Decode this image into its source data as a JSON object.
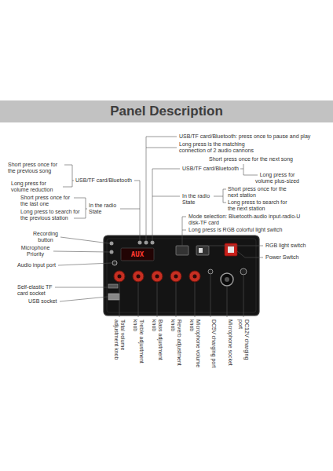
{
  "diagram": {
    "title": "Panel Description",
    "labels": [
      "USB/TF card/Bluetooth: press once to pause and play",
      "Long press is the matching connection of 2 audio cannons",
      "Short press once for the next song",
      "USB/TF card/Bluetooth",
      "Long press for volume plus-sized",
      "In the radio State",
      "Short press once for the next station",
      "Long press to search for the next station",
      "Mode selection: Bluetooth-audio input-radio-U disk-TF card",
      "Long press is RGB colorful light switch",
      "Short press once for the previous song",
      "USB/TF card/Bluetooth",
      "Long press for volume reduction",
      "Short press once for the last one",
      "In the radio State",
      "Long press to search for the previous station",
      "Recording button",
      "Microphone Priority",
      "Audio input port",
      "Self-elastic TF card socket",
      "USB socket",
      "AUX",
      "RGB light switch",
      "Power Switch",
      "Total volume adjustment knob",
      "Treble adjustment knob",
      "Bass adjustment knob",
      "Reverb adjustment knob",
      "Microphone volume knob",
      "DC5V charging port",
      "Microphone socket",
      "DC12V charging port"
    ]
  }
}
